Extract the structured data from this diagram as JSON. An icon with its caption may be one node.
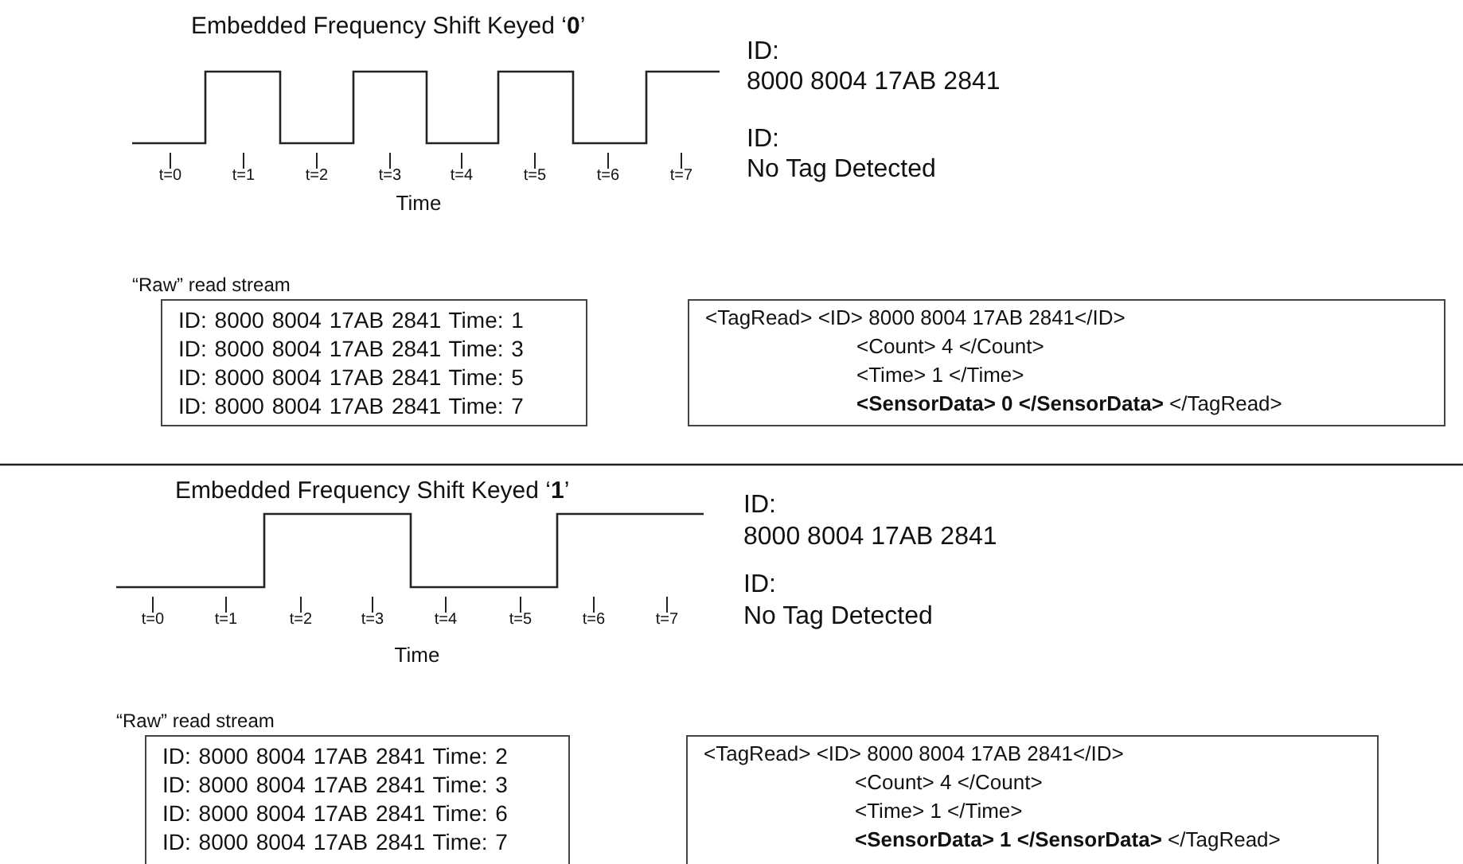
{
  "diagram": {
    "nodes": [
      {
        "text": [
          "“Raw” read stream",
          "ID: 8000 8004 17AB 2841 Time: 1",
          "ID: 8000 8004 17AB 2841 Time: 3",
          "ID: 8000 8004 17AB 2841 Time: 5",
          "ID: 8000 8004 17AB 2841 Time: 7"
        ]
      },
      {
        "text": [
          "<TagRead> <ID> 8000 8004 17AB 2841</ID>",
          "<Count> 4 </Count>",
          "<Time> 1 </Time>",
          "**<SensorData> 0 </SensorData>** </TagRead>"
        ]
      },
      {
        "text": [
          "“Raw” read stream",
          "ID: 8000 8004 17AB 2841 Time: 2",
          "ID: 8000 8004 17AB 2841 Time: 3",
          "ID: 8000 8004 17AB 2841 Time: 6",
          "ID: 8000 8004 17AB 2841 Time: 7"
        ]
      },
      {
        "text": [
          "<TagRead> <ID> 8000 8004 17AB 2841</ID>",
          "<Count> 4 </Count>",
          "<Time> 1 </Time>",
          "**<SensorData> 1 </SensorData>** </TagRead>"
        ]
      }
    ],
    "labels": [
      "Embedded Frequency Shift Keyed ‘**0**’",
      "ID:",
      "8000 8004 17AB 2841",
      "ID:",
      "No Tag Detected",
      "t=0",
      "t=1",
      "t=2",
      "t=3",
      "t=4",
      "t=5",
      "t=6",
      "t=7",
      "Time",
      "Embedded Frequency Shift Keyed ‘**1**’",
      "ID:",
      "8000 8004 17AB 2841",
      "ID:",
      "No Tag Detected",
      "t=0",
      "t=1",
      "t=2",
      "t=3",
      "t=4",
      "t=5",
      "t=6",
      "t=7",
      "Time"
    ]
  }
}
